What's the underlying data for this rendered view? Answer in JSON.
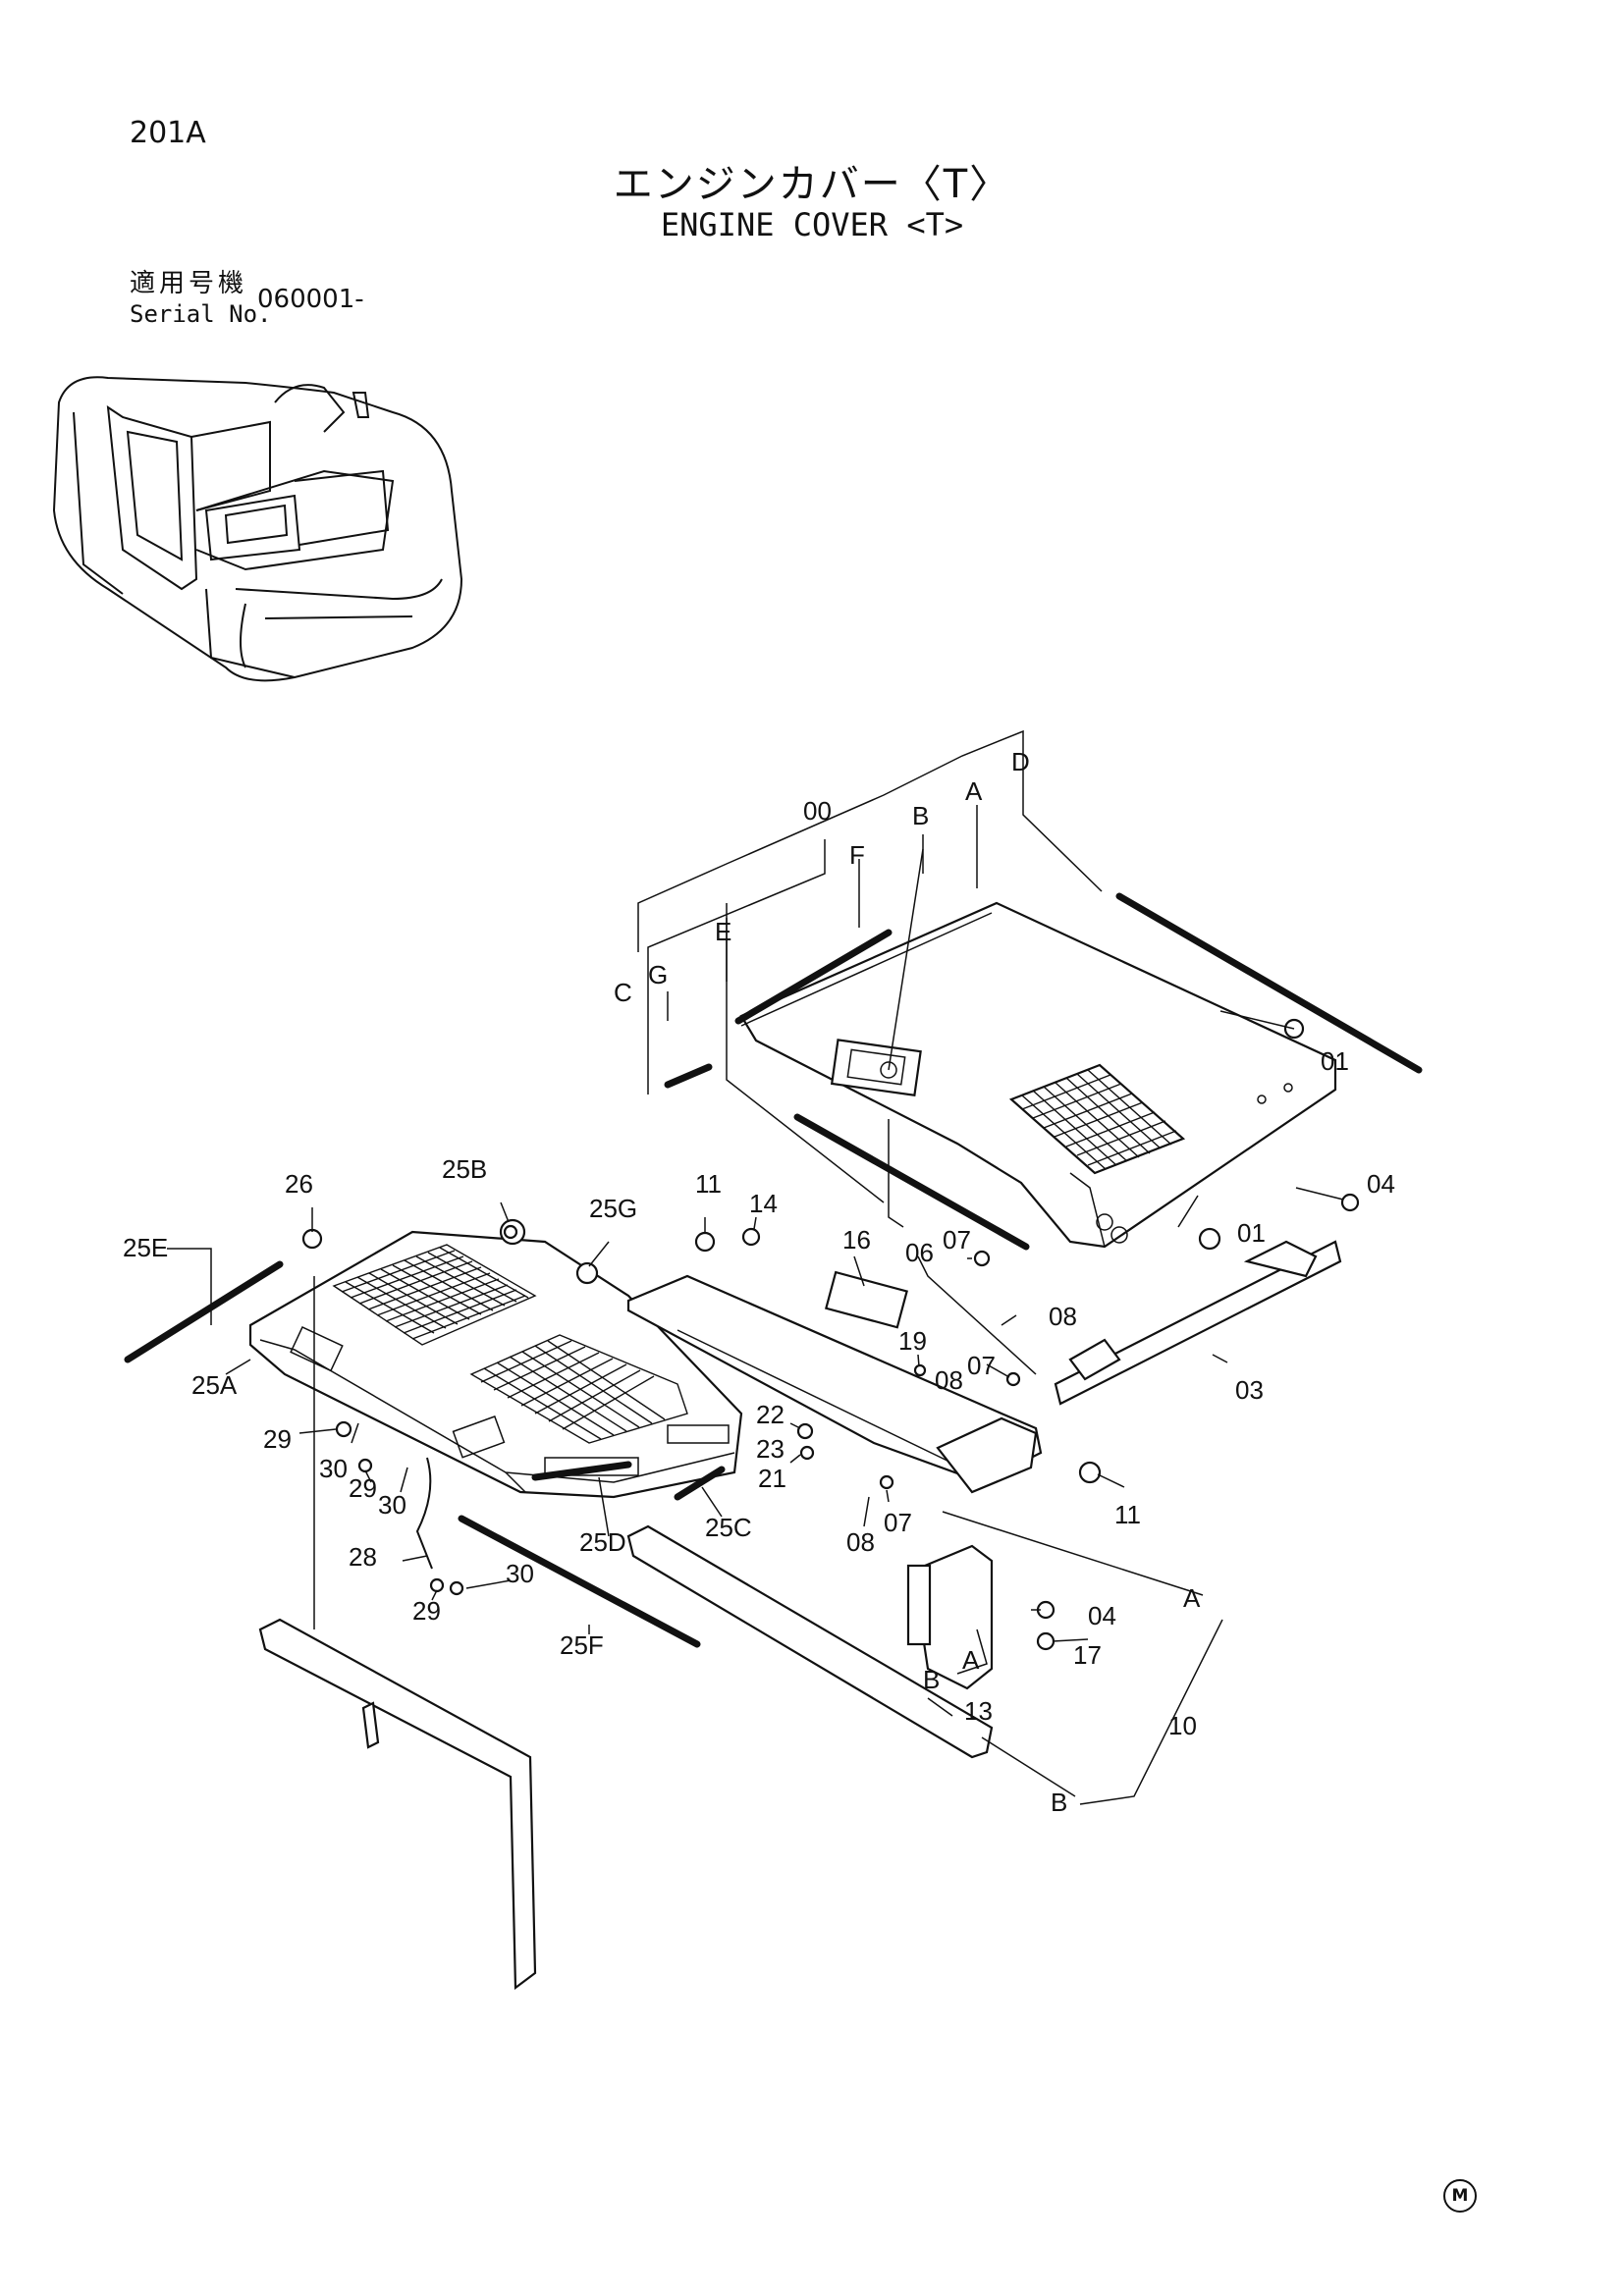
{
  "header": {
    "page_code": "201A",
    "title_jp": "エンジンカバー〈T〉",
    "title_en": "ENGINE COVER <T>",
    "serial_label_jp": "適用号機",
    "serial_label_en": "Serial No.",
    "serial_value": "060001-"
  },
  "callouts": [
    "00",
    "A",
    "B",
    "C",
    "D",
    "E",
    "F",
    "G",
    "01",
    "01",
    "04",
    "03",
    "11",
    "14",
    "16",
    "06",
    "07",
    "08",
    "19",
    "08",
    "07",
    "22",
    "23",
    "21",
    "07",
    "08",
    "11",
    "04",
    "17",
    "A",
    "B",
    "13",
    "10",
    "A",
    "B",
    "26",
    "25B",
    "25G",
    "25E",
    "25A",
    "29",
    "30",
    "29",
    "30",
    "28",
    "29",
    "30",
    "25D",
    "25C",
    "25F"
  ],
  "corner_mark": "M"
}
